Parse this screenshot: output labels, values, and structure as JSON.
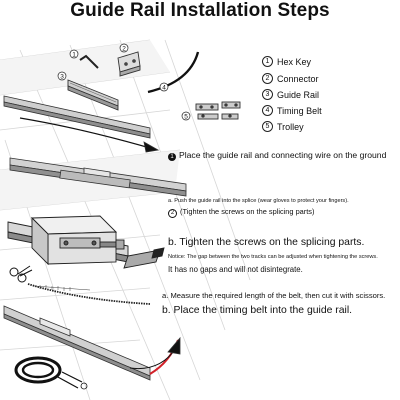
{
  "title": "Guide Rail Installation Steps",
  "legend": [
    {
      "num": "1",
      "label": "Hex Key"
    },
    {
      "num": "2",
      "label": "Connector"
    },
    {
      "num": "3",
      "label": "Guide Rail"
    },
    {
      "num": "4",
      "label": "Timing Belt"
    },
    {
      "num": "5",
      "label": "Trolley"
    }
  ],
  "callouts": {
    "c1": "1",
    "c2": "2",
    "c3": "3",
    "c4": "4",
    "c5": "5"
  },
  "steps": {
    "step1": "Place the guide rail and connecting wire on the ground",
    "step1_num": "1",
    "step2a": "a. Push the guide rail into the splice (wear gloves to protect your fingers).",
    "step2b": "(Tighten the screws on the splicing parts)",
    "step2b_num": "2",
    "step3_title": "b. Tighten the screws on the splicing parts.",
    "notice": "Notice: The gap between the two tracks can be adjusted when tightening the screws.",
    "notice2": "It has no gaps and will not disintegrate.",
    "step4a": "a. Measure the required length of the belt, then cut it with scissors.",
    "step4b": "b. Place the timing belt into the guide rail."
  }
}
